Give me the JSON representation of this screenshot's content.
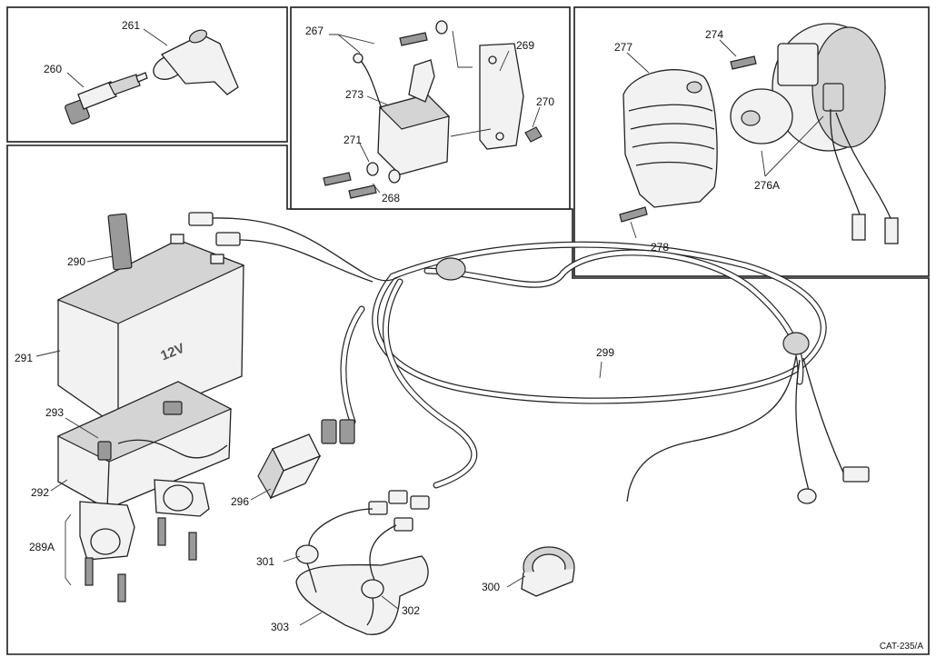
{
  "labels": {
    "p260": "260",
    "p261": "261",
    "p267": "267",
    "p268": "268",
    "p269": "269",
    "p270": "270",
    "p271": "271",
    "p273": "273",
    "p274": "274",
    "p276a": "276A",
    "p277": "277",
    "p278": "278",
    "p289a": "289A",
    "p290": "290",
    "p291": "291",
    "p292": "292",
    "p293": "293",
    "p296": "296",
    "p299": "299",
    "p300": "300",
    "p301": "301",
    "p302": "302",
    "p303": "303"
  },
  "battery_marking": "12V",
  "catalog_code": "CAT-235/A",
  "colors": {
    "line": "#1a1a1a",
    "fill_light": "#f2f2f2",
    "fill_dark": "#9a9a9a",
    "background": "#ffffff"
  }
}
